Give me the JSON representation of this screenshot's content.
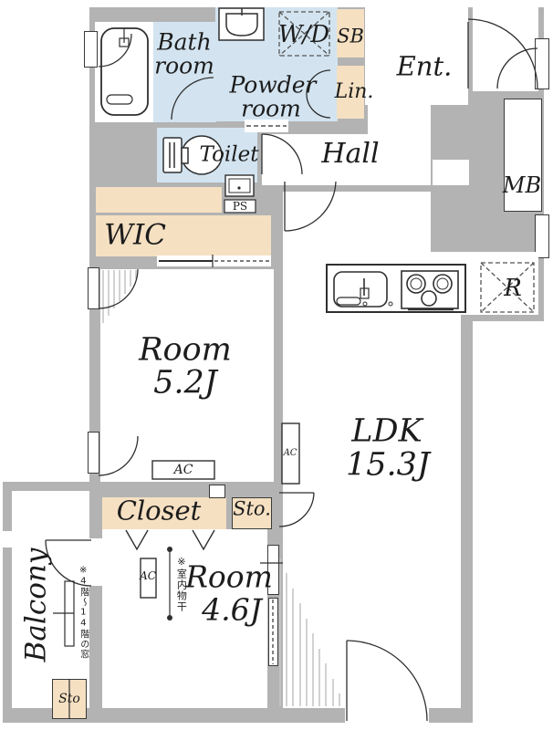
{
  "title": "apartment-floor-plan",
  "colors": {
    "wall": "#b3b3b3",
    "wet_area": "#d3e4f0",
    "storage_area": "#f5e0c2",
    "line": "#2f2f2f",
    "hatch": "#c6c6c6"
  },
  "rooms": {
    "bath": {
      "line1": "Bath",
      "line2": "room"
    },
    "powder": {
      "line1": "Powder",
      "line2": "room"
    },
    "washer_dryer": "W/D",
    "shoe_box": "SB",
    "linen": "Lin.",
    "entrance": "Ent.",
    "hall": "Hall",
    "meter_box": "MB",
    "toilet": "Toilet",
    "walk_in_closet": "WIC",
    "pipe_space": "PS",
    "room_5_2": {
      "name": "Room",
      "size": "5.2J"
    },
    "ldk": {
      "name": "LDK",
      "size": "15.3J"
    },
    "refrigerator": "R",
    "closet": "Closet",
    "storage": "Sto.",
    "room_4_6": {
      "name": "Room",
      "size": "4.6J"
    },
    "balcony": "Balcony",
    "storage_balcony": "Sto",
    "air_conditioner": "AC"
  },
  "notes": {
    "indoor_laundry": "※室内物干",
    "window_floors": "※4階〜14階の窓"
  }
}
